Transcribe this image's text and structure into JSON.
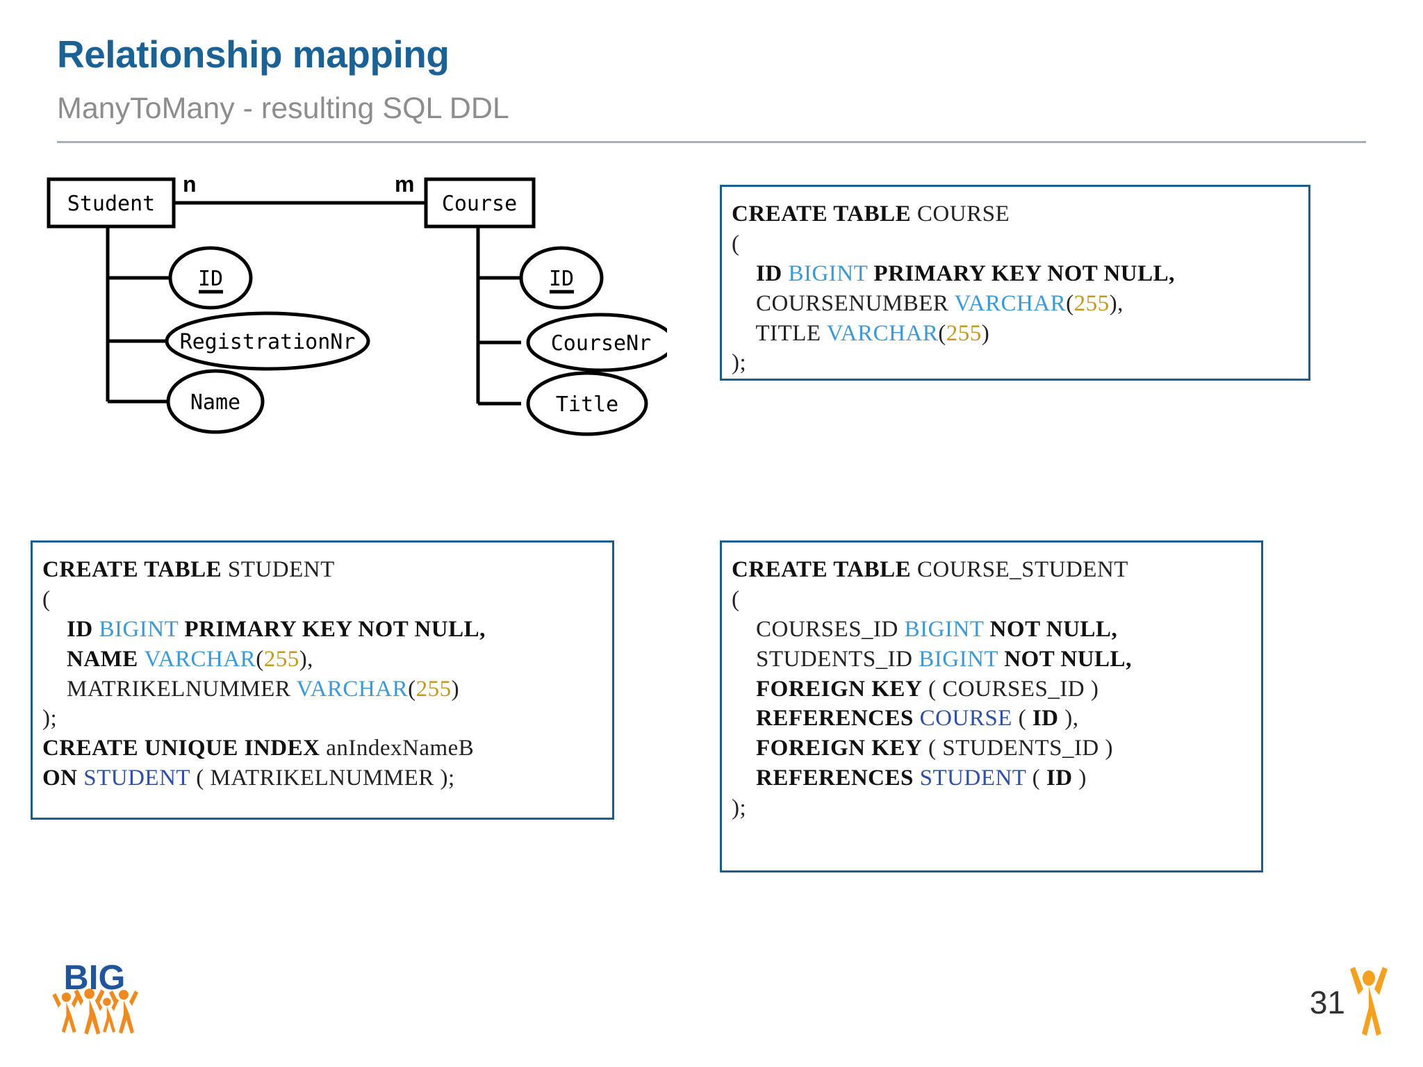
{
  "header": {
    "title": "Relationship mapping",
    "subtitle": "ManyToMany - resulting SQL DDL"
  },
  "er_diagram": {
    "entities": [
      {
        "name": "Student",
        "cardinality": "n"
      },
      {
        "name": "Course",
        "cardinality": "m"
      }
    ],
    "student_attributes": [
      "ID",
      "RegistrationNr",
      "Name"
    ],
    "course_attributes": [
      "ID",
      "CourseNr",
      "Title"
    ],
    "key_attributes": [
      "ID"
    ]
  },
  "sql_blocks": [
    {
      "id": "course",
      "title": "CREATE TABLE COURSE",
      "lines": [
        [
          {
            "t": "CREATE TABLE ",
            "c": "kw"
          },
          {
            "t": "COURSE",
            "c": "plain"
          }
        ],
        [
          {
            "t": "(",
            "c": "plain"
          }
        ],
        [
          {
            "t": "    ",
            "c": "plain"
          },
          {
            "t": "ID ",
            "c": "kw"
          },
          {
            "t": "BIGINT ",
            "c": "type"
          },
          {
            "t": "PRIMARY KEY NOT NULL,",
            "c": "kw"
          }
        ],
        [
          {
            "t": "    COURSENUMBER ",
            "c": "plain"
          },
          {
            "t": "VARCHAR",
            "c": "type"
          },
          {
            "t": "(",
            "c": "plain"
          },
          {
            "t": "255",
            "c": "num"
          },
          {
            "t": "),",
            "c": "plain"
          }
        ],
        [
          {
            "t": "    TITLE ",
            "c": "plain"
          },
          {
            "t": "VARCHAR",
            "c": "type"
          },
          {
            "t": "(",
            "c": "plain"
          },
          {
            "t": "255",
            "c": "num"
          },
          {
            "t": ")",
            "c": "plain"
          }
        ],
        [
          {
            "t": ");",
            "c": "plain"
          }
        ]
      ]
    },
    {
      "id": "student",
      "title": "CREATE TABLE STUDENT",
      "lines": [
        [
          {
            "t": "CREATE TABLE ",
            "c": "kw"
          },
          {
            "t": "STUDENT",
            "c": "plain"
          }
        ],
        [
          {
            "t": "(",
            "c": "plain"
          }
        ],
        [
          {
            "t": "    ",
            "c": "plain"
          },
          {
            "t": "ID ",
            "c": "kw"
          },
          {
            "t": "BIGINT ",
            "c": "type"
          },
          {
            "t": "PRIMARY KEY NOT NULL,",
            "c": "kw"
          }
        ],
        [
          {
            "t": "    ",
            "c": "plain"
          },
          {
            "t": "NAME ",
            "c": "kw"
          },
          {
            "t": "VARCHAR",
            "c": "type"
          },
          {
            "t": "(",
            "c": "plain"
          },
          {
            "t": "255",
            "c": "num"
          },
          {
            "t": "),",
            "c": "plain"
          }
        ],
        [
          {
            "t": "    MATRIKELNUMMER ",
            "c": "plain"
          },
          {
            "t": "VARCHAR",
            "c": "type"
          },
          {
            "t": "(",
            "c": "plain"
          },
          {
            "t": "255",
            "c": "num"
          },
          {
            "t": ")",
            "c": "plain"
          }
        ],
        [
          {
            "t": ");",
            "c": "plain"
          }
        ],
        [
          {
            "t": "CREATE UNIQUE INDEX ",
            "c": "kw"
          },
          {
            "t": "anIndexNameB",
            "c": "plain"
          }
        ],
        [
          {
            "t": "ON ",
            "c": "kw"
          },
          {
            "t": "STUDENT",
            "c": "tbl"
          },
          {
            "t": " ( MATRIKELNUMMER );",
            "c": "plain"
          }
        ]
      ]
    },
    {
      "id": "course_student",
      "title": "CREATE TABLE COURSE_STUDENT",
      "lines": [
        [
          {
            "t": "CREATE TABLE ",
            "c": "kw"
          },
          {
            "t": "COURSE_STUDENT",
            "c": "plain"
          }
        ],
        [
          {
            "t": "(",
            "c": "plain"
          }
        ],
        [
          {
            "t": "    COURSES_ID ",
            "c": "plain"
          },
          {
            "t": "BIGINT ",
            "c": "type"
          },
          {
            "t": "NOT NULL,",
            "c": "kw"
          }
        ],
        [
          {
            "t": "    STUDENTS_ID ",
            "c": "plain"
          },
          {
            "t": "BIGINT ",
            "c": "type"
          },
          {
            "t": "NOT NULL,",
            "c": "kw"
          }
        ],
        [
          {
            "t": "    ",
            "c": "plain"
          },
          {
            "t": "FOREIGN KEY",
            "c": "kw"
          },
          {
            "t": " ( COURSES_ID )",
            "c": "plain"
          }
        ],
        [
          {
            "t": "    ",
            "c": "plain"
          },
          {
            "t": "REFERENCES ",
            "c": "kw"
          },
          {
            "t": "COURSE",
            "c": "tbl"
          },
          {
            "t": " ( ",
            "c": "plain"
          },
          {
            "t": "ID",
            "c": "kw"
          },
          {
            "t": " ),",
            "c": "plain"
          }
        ],
        [
          {
            "t": "    ",
            "c": "plain"
          },
          {
            "t": "FOREIGN KEY",
            "c": "kw"
          },
          {
            "t": " ( STUDENTS_ID )",
            "c": "plain"
          }
        ],
        [
          {
            "t": "    ",
            "c": "plain"
          },
          {
            "t": "REFERENCES ",
            "c": "kw"
          },
          {
            "t": "STUDENT",
            "c": "tbl"
          },
          {
            "t": " ( ",
            "c": "plain"
          },
          {
            "t": "ID",
            "c": "kw"
          },
          {
            "t": " )",
            "c": "plain"
          }
        ],
        [
          {
            "t": ");",
            "c": "plain"
          }
        ]
      ]
    }
  ],
  "footer": {
    "logo_text": "BIG",
    "page_number": "31"
  },
  "colors": {
    "title_blue": "#1a6196",
    "subtitle_gray": "#8d8d8d",
    "box_border": "#1b5e8c",
    "type_blue": "#3b9ad6",
    "number_amber": "#c8971e",
    "table_blue": "#2d4fa8",
    "logo_orange": "#f08a1e",
    "logo_blue": "#20559b",
    "rule_gray": "#a8b0bd"
  }
}
